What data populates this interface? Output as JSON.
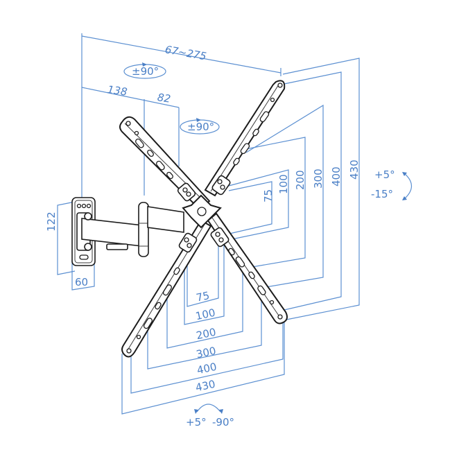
{
  "diagram": {
    "subject": "Full-motion TV wall mount dimension drawing",
    "colors": {
      "dimension_line": "#5b8fd1",
      "dimension_text": "#4a7fc6",
      "part_outline": "#1c1c1c",
      "background": "#ffffff"
    },
    "arm_extension": {
      "label": "67~275"
    },
    "arm_segments": {
      "first": "138",
      "second": "82"
    },
    "swivel_first": {
      "label": "±90°"
    },
    "swivel_second": {
      "label": "±90°"
    },
    "tilt": {
      "up": "+5°",
      "down": "-15°"
    },
    "rotation": {
      "left": "+5°",
      "right": "-90°"
    },
    "wall_plate": {
      "height": "122",
      "width": "60"
    },
    "vesa_vertical": [
      "75",
      "100",
      "200",
      "300",
      "400",
      "430"
    ],
    "vesa_horizontal": [
      "75",
      "100",
      "200",
      "300",
      "400",
      "430"
    ]
  }
}
